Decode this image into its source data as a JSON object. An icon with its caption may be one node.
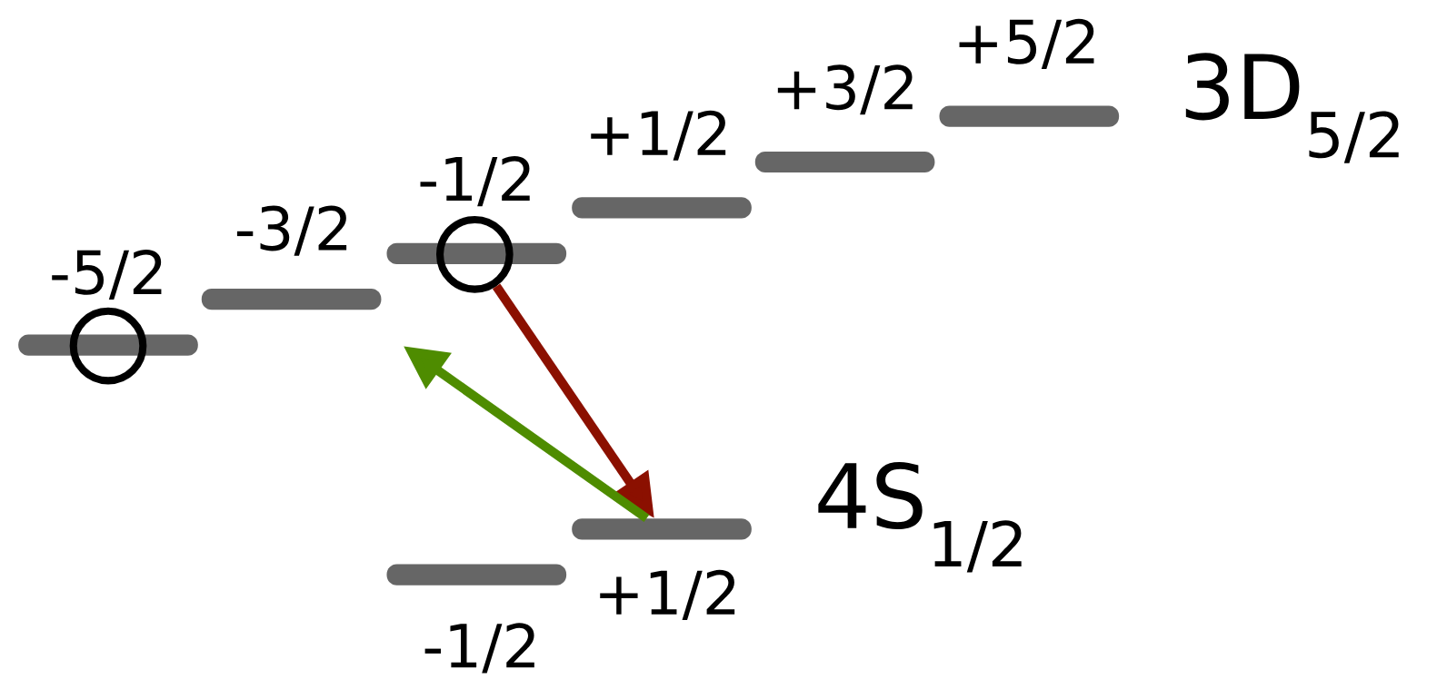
{
  "diagram": {
    "nodes": [
      {
        "text": [
          "-5/2"
        ]
      },
      {
        "text": [
          "-3/2"
        ]
      },
      {
        "text": [
          "-1/2"
        ]
      },
      {
        "text": [
          "+1/2"
        ]
      },
      {
        "text": [
          "+3/2"
        ]
      },
      {
        "text": [
          "+5/2"
        ]
      },
      {
        "text": [
          "-1/2"
        ]
      },
      {
        "text": [
          "+1/2"
        ]
      },
      {
        "text": [],
        "shape": "circle"
      },
      {
        "text": [],
        "shape": "circle"
      }
    ],
    "edges": [
      {
        "from": 9,
        "to": 7,
        "arrow": "to",
        "color": "#8b1000"
      },
      {
        "from": 7,
        "to": null,
        "arrow": "to",
        "color": "#4e8c00"
      }
    ],
    "labels": [
      "3D$_{5/2}$",
      "4S$_{1/2}$"
    ]
  }
}
